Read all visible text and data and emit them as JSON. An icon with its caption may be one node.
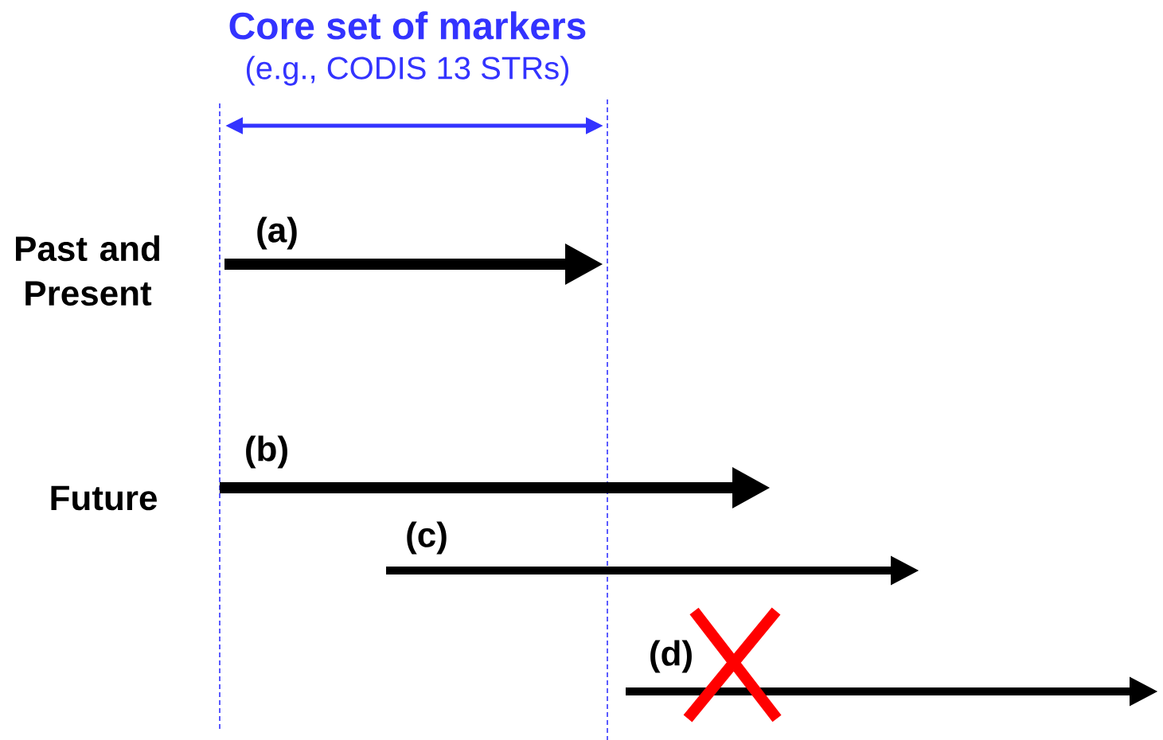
{
  "diagram": {
    "title": "Core set of markers",
    "labels": [
      "(e.g., CODIS 13 STRs)",
      "Past and Present",
      "(a)",
      "(b)",
      "Future",
      "(c)",
      "(d)"
    ]
  }
}
